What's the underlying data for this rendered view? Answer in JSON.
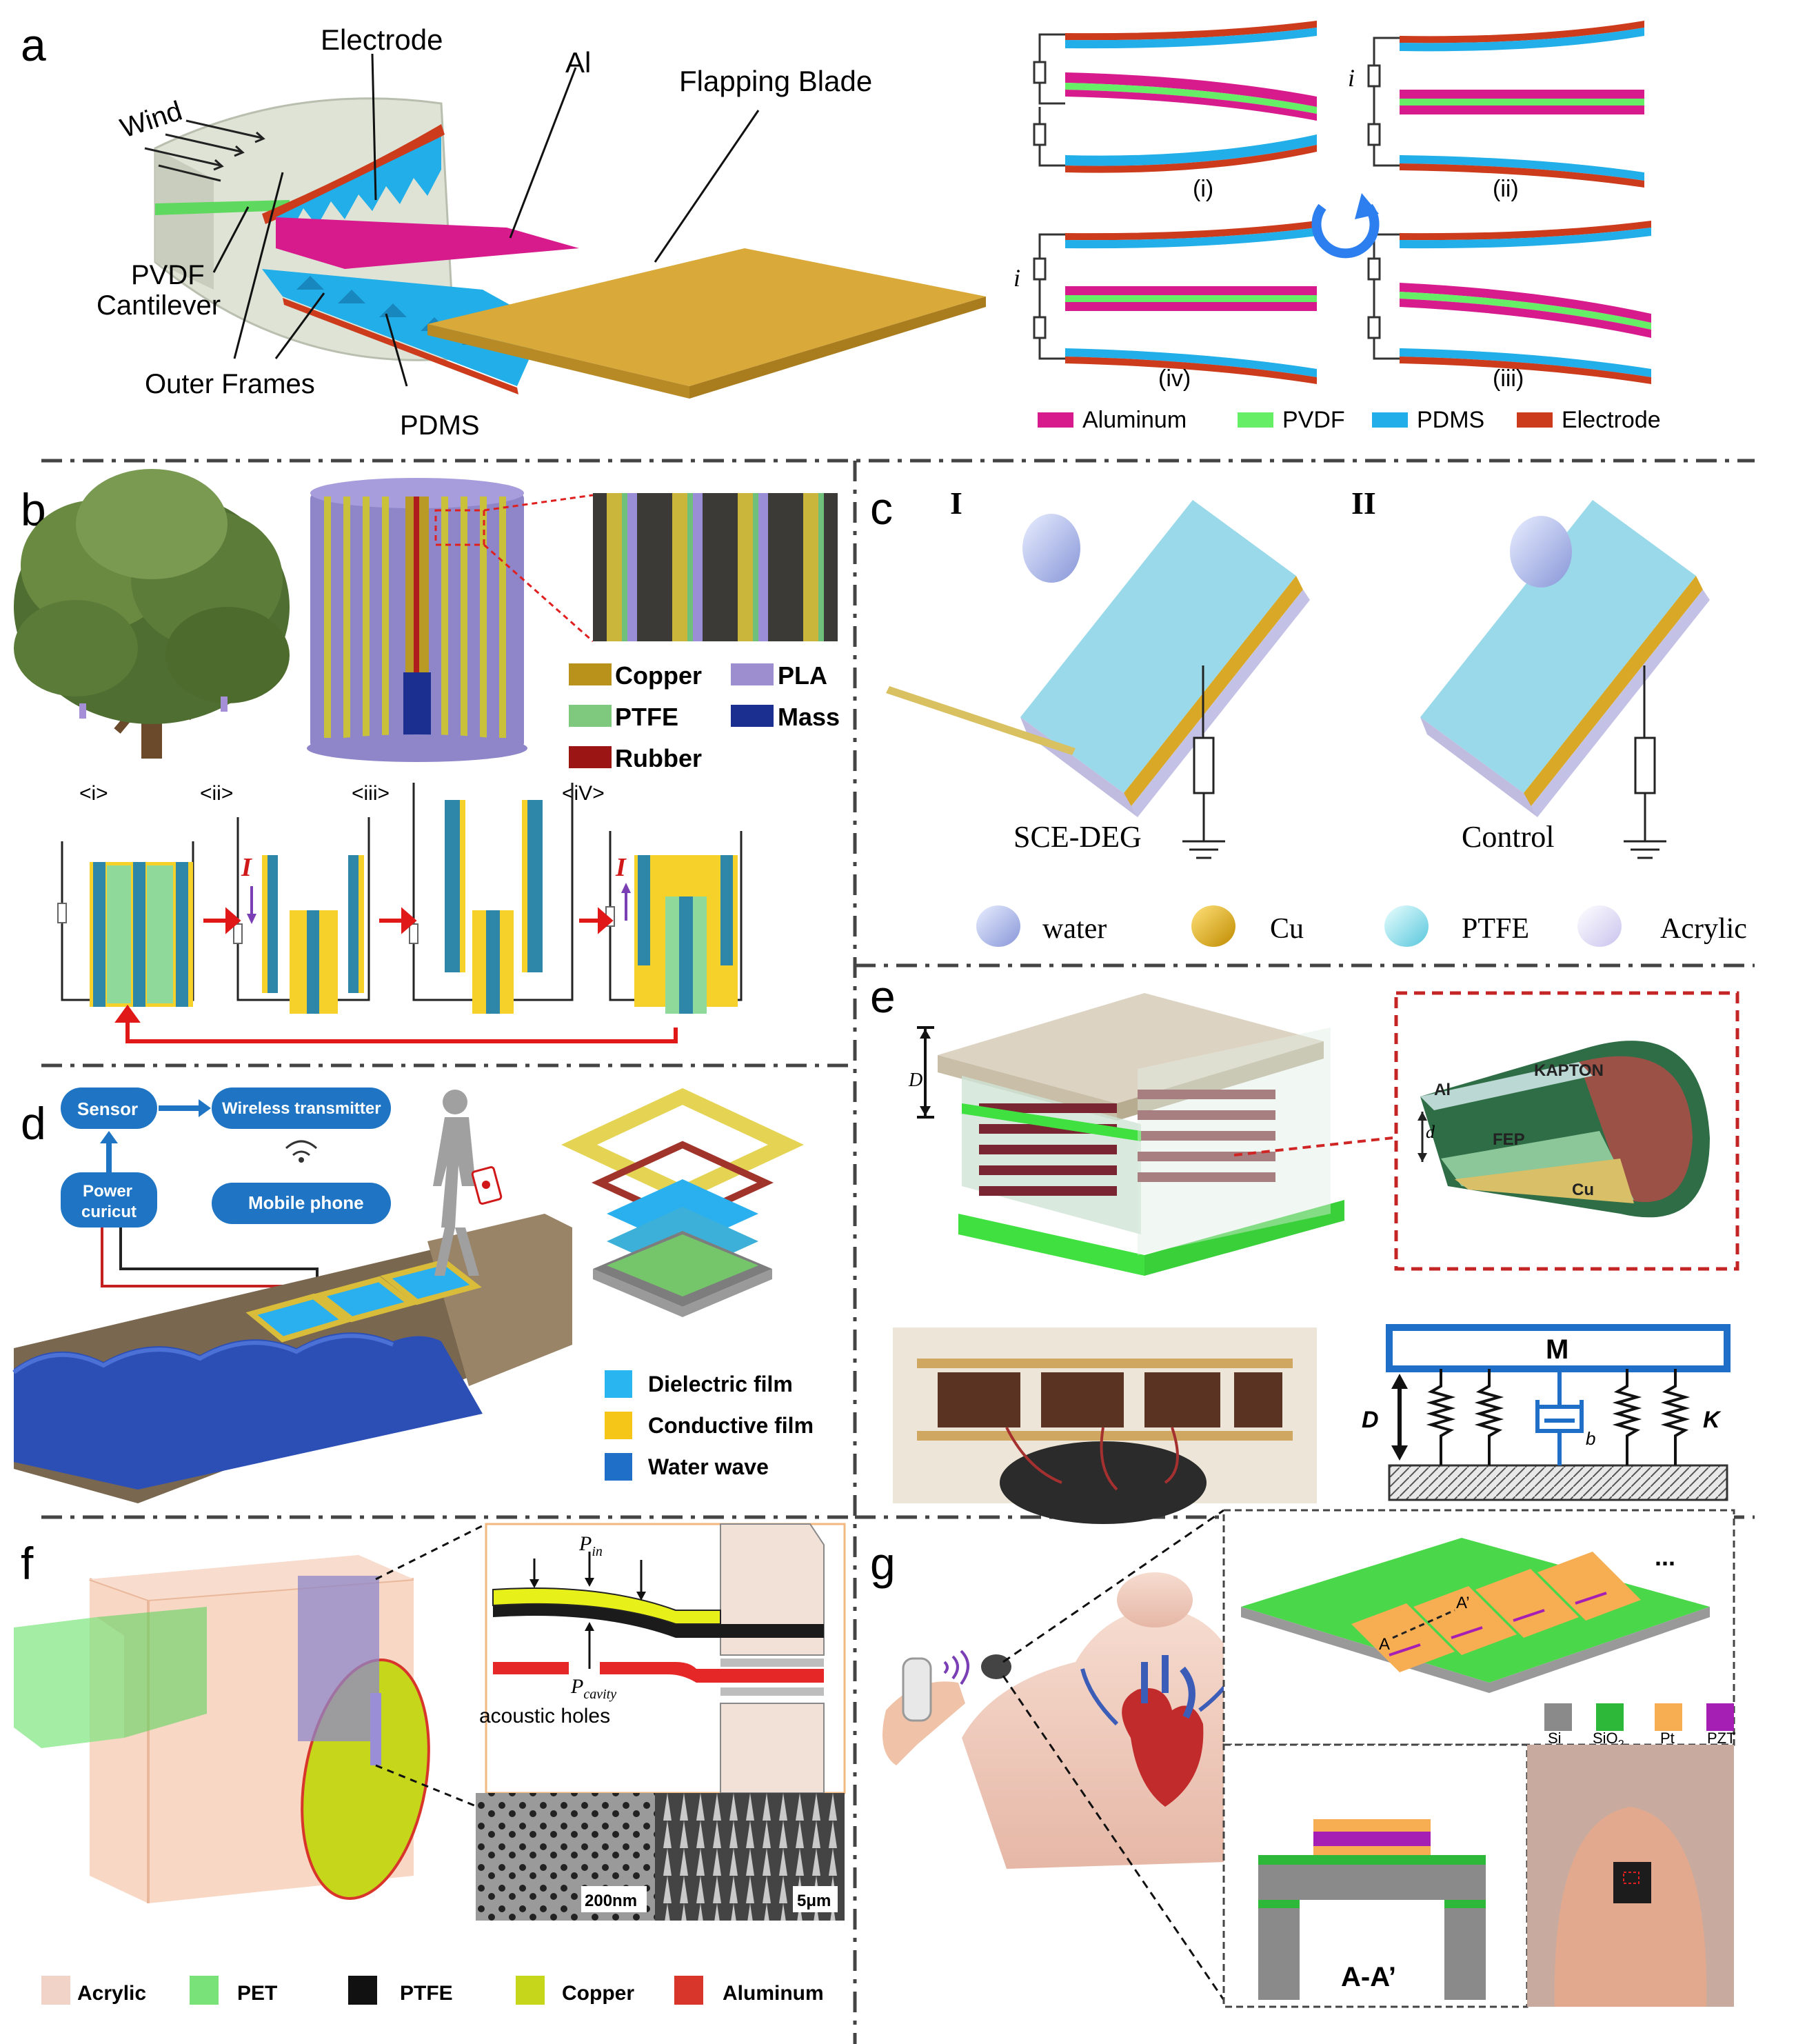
{
  "panels": {
    "a": {
      "letter": "a",
      "labels": {
        "wind": "Wind",
        "electrode": "Electrode",
        "al": "Al",
        "blade": "Flapping Blade",
        "pvdf1": "PVDF",
        "pvdf2": "Cantilever",
        "frames": "Outer Frames",
        "pdms": "PDMS"
      },
      "steps": [
        "(i)",
        "(ii)",
        "(iv)",
        "(iii)"
      ],
      "current": "i",
      "legend": [
        {
          "label": "Aluminum",
          "color": "#d81b8c"
        },
        {
          "label": "PVDF",
          "color": "#66ee66"
        },
        {
          "label": "PDMS",
          "color": "#22aee8"
        },
        {
          "label": "Electrode",
          "color": "#cc3b1b"
        }
      ]
    },
    "b": {
      "letter": "b",
      "legend": [
        {
          "label": "Copper",
          "color": "#b8921a"
        },
        {
          "label": "PLA",
          "color": "#9d8fcf"
        },
        {
          "label": "PTFE",
          "color": "#7fc97f"
        },
        {
          "label": "Mass",
          "color": "#1a2f8f"
        },
        {
          "label": "Rubber",
          "color": "#9b1515"
        }
      ],
      "steps": [
        "<i>",
        "<ii>",
        "<iii>",
        "<iV>"
      ],
      "current": "I"
    },
    "c": {
      "letter": "c",
      "roman": [
        "I",
        "II"
      ],
      "captions": [
        "SCE-DEG",
        "Control"
      ],
      "legend": [
        {
          "label": "water",
          "color": "#a9b8ee"
        },
        {
          "label": "Cu",
          "color": "#e0b52a"
        },
        {
          "label": "PTFE",
          "color": "#9fe3f0"
        },
        {
          "label": "Acrylic",
          "color": "#d9d6f2"
        }
      ]
    },
    "d": {
      "letter": "d",
      "boxes": {
        "sensor": "Sensor",
        "transmitter": "Wireless transmitter",
        "power1": "Power",
        "power2": "curicut",
        "phone": "Mobile phone"
      },
      "legend": [
        {
          "label": "Dielectric film",
          "color": "#29b6f0"
        },
        {
          "label": "Conductive film",
          "color": "#f5c518"
        },
        {
          "label": "Water wave",
          "color": "#1f6fc8"
        }
      ]
    },
    "e": {
      "letter": "e",
      "labels": {
        "D": "D",
        "al": "Al",
        "kapton": "KAPTON",
        "d": "d",
        "fep": "FEP",
        "cu": "Cu"
      },
      "model": {
        "M": "M",
        "D": "D",
        "b": "b",
        "K": "K"
      }
    },
    "f": {
      "letter": "f",
      "labels": {
        "pin": "P",
        "pin_sub": "in",
        "pcav": "P",
        "pcav_sub": "cavity",
        "holes": "acoustic holes"
      },
      "scales": [
        "200nm",
        "5μm"
      ],
      "legend": [
        {
          "label": "Acrylic",
          "color": "#f2d3c8"
        },
        {
          "label": "PET",
          "color": "#79e279"
        },
        {
          "label": "PTFE",
          "color": "#111111"
        },
        {
          "label": "Copper",
          "color": "#c6d61a"
        },
        {
          "label": "Aluminum",
          "color": "#d8352b"
        }
      ]
    },
    "g": {
      "letter": "g",
      "labels": {
        "a": "A",
        "a2": "A’",
        "section": "A-A’",
        "dots": "..."
      },
      "legend": [
        {
          "label": "Si",
          "color": "#8a8a8a"
        },
        {
          "label": "SiO",
          "sub": "2",
          "color": "#2db83a"
        },
        {
          "label": "Pt",
          "color": "#f7ad52"
        },
        {
          "label": "PZT",
          "color": "#a61fb5"
        }
      ]
    }
  }
}
